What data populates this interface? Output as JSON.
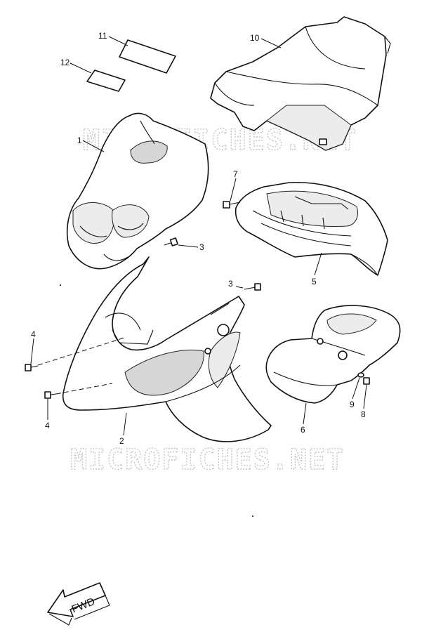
{
  "watermarks": [
    "MICROFICHES.NET",
    "MICROFICHES.NET"
  ],
  "callouts": {
    "c1": "1",
    "c2": "2",
    "c3a": "3",
    "c3b": "3",
    "c4a": "4",
    "c4b": "4",
    "c5": "5",
    "c6": "6",
    "c7": "7",
    "c8": "8",
    "c9": "9",
    "c10": "10",
    "c11": "11",
    "c12": "12"
  },
  "direction_arrow": "FWD"
}
